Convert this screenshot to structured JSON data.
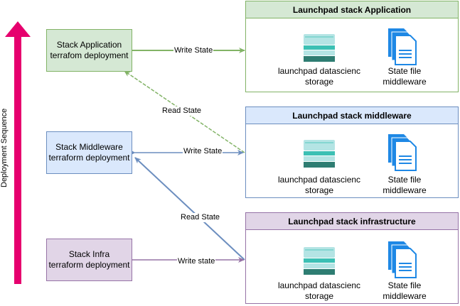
{
  "deployment_sequence_label": "Deployment Sequence",
  "colors": {
    "arrow_magenta": "#e6006e",
    "green_fill": "#d5e8d4",
    "green_stroke": "#82b366",
    "blue_fill": "#dae8fc",
    "blue_stroke": "#6c8ebf",
    "purple_fill": "#e1d5e7",
    "purple_stroke": "#9673a6",
    "storage_top": "#b4e4e4",
    "storage_mid": "#3cc0b4",
    "storage_dark": "#2e7d72",
    "doc_blue": "#1e88e5"
  },
  "stacks": {
    "application": {
      "line1": "Stack Application",
      "line2": "terrafom deployment"
    },
    "middleware": {
      "line1": "Stack Middleware",
      "line2": "terraform deployment"
    },
    "infra": {
      "line1": "Stack Infra",
      "line2": "terraform deployment"
    }
  },
  "groups": {
    "application": {
      "title": "Launchpad stack Application",
      "storage_line1": "launchpad datascienc",
      "storage_line2": "storage",
      "state_line1": "State file",
      "state_line2": "middleware"
    },
    "middleware": {
      "title": "Launchpad stack middleware",
      "storage_line1": "launchpad datascienc",
      "storage_line2": "storage",
      "state_line1": "State file",
      "state_line2": "middleware"
    },
    "infrastructure": {
      "title": "Launchpad stack infrastructure",
      "storage_line1": "launchpad datascienc",
      "storage_line2": "storage",
      "state_line1": "State file",
      "state_line2": "middleware"
    }
  },
  "edges": {
    "app_write": "Write State",
    "app_read": "Read State",
    "mid_write": "Write State",
    "mid_read": "Read State",
    "infra_write": "Write state"
  }
}
